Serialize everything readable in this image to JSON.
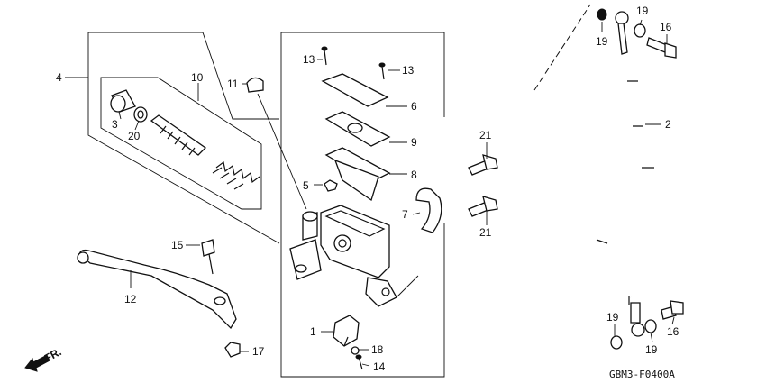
{
  "diagram_code": "GBM3-F0400A",
  "front_marker": "FR.",
  "callouts": {
    "c1": "1",
    "c2": "2",
    "c3": "3",
    "c4": "4",
    "c5": "5",
    "c6": "6",
    "c7": "7",
    "c8": "8",
    "c9": "9",
    "c10": "10",
    "c11": "11",
    "c12": "12",
    "c13a": "13",
    "c13b": "13",
    "c14": "14",
    "c15": "15",
    "c16a": "16",
    "c16b": "16",
    "c17": "17",
    "c18": "18",
    "c19a": "19",
    "c19b": "19",
    "c19c": "19",
    "c19d": "19",
    "c20": "20",
    "c21a": "21",
    "c21b": "21"
  }
}
